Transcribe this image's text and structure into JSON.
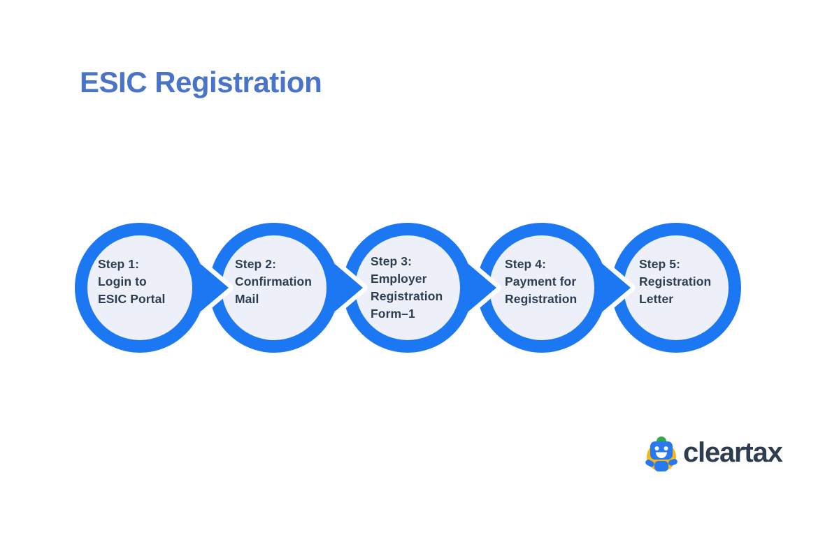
{
  "title": {
    "text": "ESIC Registration",
    "color": "#4a74c8"
  },
  "flow": {
    "ring_color": "#1b78f2",
    "inner_fill": "#edf0f8",
    "label_color": "#2e3d51",
    "steps": [
      {
        "label": "Step 1:\nLogin to\nESIC Portal"
      },
      {
        "label": "Step 2:\nConfirmation\nMail"
      },
      {
        "label": "Step 3:\nEmployer\nRegistration\nForm–1"
      },
      {
        "label": "Step 4:\nPayment for\nRegistration"
      },
      {
        "label": "Step 5:\nRegistration\nLetter"
      }
    ]
  },
  "logo": {
    "wordmark": "cleartax",
    "wordmark_color": "#2e3c50",
    "mascot": {
      "name": "robot-mascot-icon",
      "yellow": "#f9b616",
      "green": "#2eac4b",
      "blue": "#2878f0",
      "face": "#ffffff"
    }
  }
}
